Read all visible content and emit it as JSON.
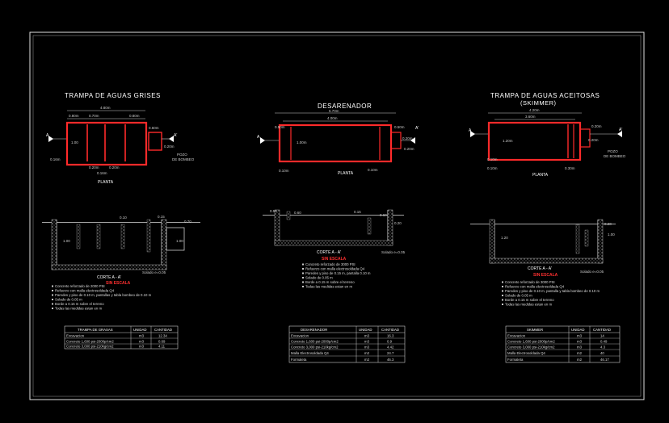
{
  "colors": {
    "background": "#000000",
    "wall": "#ff2a2a",
    "line": "#e8e8e8",
    "dim": "#cfcfcf",
    "hatch": "#d9d9d9",
    "fill": "#2a7a7a",
    "highlight": "#ff3030"
  },
  "grease": {
    "title": "TRAMPA  DE  AGUAS  GRISES",
    "dims": {
      "total": "4.80m",
      "seg1": "0.80m",
      "seg2": "0.70m",
      "seg3": "0.80m",
      "h": "1.00",
      "out": "0.60m",
      "small": "0.20m",
      "low1": "0.20m",
      "low2": "0.20m",
      "bottom": "0.16m",
      "total_b": "0.16m"
    },
    "section_mark": "A",
    "section_mark2": "A'",
    "pozo": [
      "POZO",
      "DE BOMBEO"
    ],
    "plan_label": "PLANTA",
    "section_label": "CORTE  A  -  A'",
    "scale_label": "SIN ESCALA",
    "solado": "Solado  e=0.05",
    "sec_dims": [
      "0.10",
      "0.15",
      "1.00",
      "1.00",
      "0.70"
    ],
    "notes": [
      "Concreto reforzado de 2000 PSI",
      "Refuerzo con malla electrosoldada Q4",
      "Paredes y piso de 0.10 m, pantallas y tabla bombeo de 0.10 m",
      "Solado de 0.05 m",
      "Borde a 0.15 m sobre el terreno",
      "Todas las medidas estan en m"
    ],
    "table": {
      "headers": [
        "TRAMPA DE GRASAS",
        "UNIDAD",
        "CANTIDAD"
      ],
      "rows": [
        [
          "Excavacion",
          "m3",
          "12.34"
        ],
        [
          "Concreto 1,600 psi-2000p/cm2",
          "m3",
          "0.69"
        ],
        [
          "Concreto 3,000 psi-210kg/cm2",
          "m3",
          "4.11"
        ]
      ]
    }
  },
  "sand": {
    "title": "DESARENADOR",
    "dims": {
      "total": "5.70m",
      "inner": "4.00m",
      "h": "1.00m",
      "left_out": "0.50m",
      "right_out": "0.50m",
      "r1": "0.20m",
      "r2": "0.20m",
      "b1": "0.10m",
      "b2": "0.10m"
    },
    "section_mark": "A",
    "section_mark2": "A'",
    "plan_label": "PLANTA",
    "section_label": "CORTE  A  -  A'",
    "scale_label": "SIN ESCALA",
    "solado": "Solado  e=0.05",
    "sec_dims": [
      "0.50",
      "0.60",
      "0.15",
      "0.60",
      "0.20"
    ],
    "notes": [
      "Concreto reforzado de 3000 PSI",
      "Refuerzo con malla electrosoldada Q4",
      "Paredes y piso de 0.15 m, pantalla 0.10 m",
      "Solado de 0.05 m",
      "Borde a 0.15 m sobre el terreno",
      "Todas las medidas estan en m"
    ],
    "table": {
      "headers": [
        "DESARENADOR",
        "UNIDAD",
        "CANTIDAD"
      ],
      "rows": [
        [
          "Excavacion",
          "m3",
          "16.3"
        ],
        [
          "Concreto 1,600 psi-2000p/cm2",
          "m3",
          "0.9"
        ],
        [
          "Concreto 3,000 psi-210kg/cm2",
          "m3",
          "4.42"
        ],
        [
          "Malla Electrosoldada Q4",
          "m2",
          "24.7"
        ],
        [
          "Formaleta",
          "m2",
          "46.3"
        ]
      ]
    }
  },
  "oil": {
    "title": "TRAMPA  DE  AGUAS  ACEITOSAS",
    "subtitle": "(SKIMMER)",
    "dims": {
      "total": "4.20m",
      "inner": "3.60m",
      "h": "1.20m",
      "small1": "0.20m",
      "small2": "0.20m",
      "out": "0.30m",
      "b1": "0.10m",
      "b2": "0.10m"
    },
    "section_mark": "A",
    "section_mark2": "A'",
    "pozo": [
      "POZO",
      "DE BOMBEO"
    ],
    "plan_label": "PLANTA",
    "section_label": "CORTE  A  -  A'",
    "scale_label": "SIN ESCALA",
    "solado": "Solado  e=0.05",
    "sec_dims": [
      "1.20",
      "1.00",
      "0.20"
    ],
    "notes": [
      "Concreto reforzado de 3000 PSI",
      "Refuerzo con malla electrosoldada Q4",
      "Paredes y piso de 0.10 m, pantalla y tabla bombeo de 0.10 m",
      "Solado de 0.05 m",
      "Borde a 0.15 m sobre el terreno",
      "Todas las medidas estan en m"
    ],
    "table": {
      "headers": [
        "SKIMMER",
        "UNIDAD",
        "CANTIDAD"
      ],
      "rows": [
        [
          "Excavacion",
          "m3",
          "14"
        ],
        [
          "Concreto 1,600 psi-2000p/cm2",
          "m3",
          "0.49"
        ],
        [
          "Concreto 3,000 psi-210kg/cm2",
          "m3",
          "4.3"
        ],
        [
          "Malla Electrosoldada Q4",
          "m2",
          "40"
        ],
        [
          "Formaleta",
          "m2",
          "46.17"
        ]
      ]
    }
  }
}
